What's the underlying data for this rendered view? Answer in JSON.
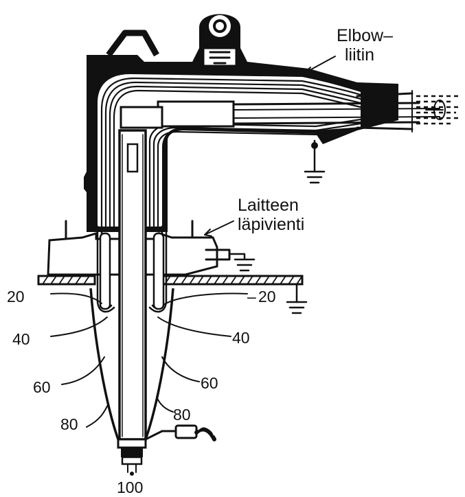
{
  "labels": {
    "elbow_line1": "Elbow–",
    "elbow_line2": "liitin",
    "bushing_line1": "Laitteen",
    "bushing_line2": "läpivienti"
  },
  "field_levels": {
    "left_20": "20",
    "left_40": "40",
    "left_60": "60",
    "left_80": "80",
    "right_20": "20",
    "right_40": "40",
    "right_60": "60",
    "right_80": "80",
    "bottom_100": "100"
  },
  "colors": {
    "ink": "#111111",
    "background": "#ffffff"
  }
}
